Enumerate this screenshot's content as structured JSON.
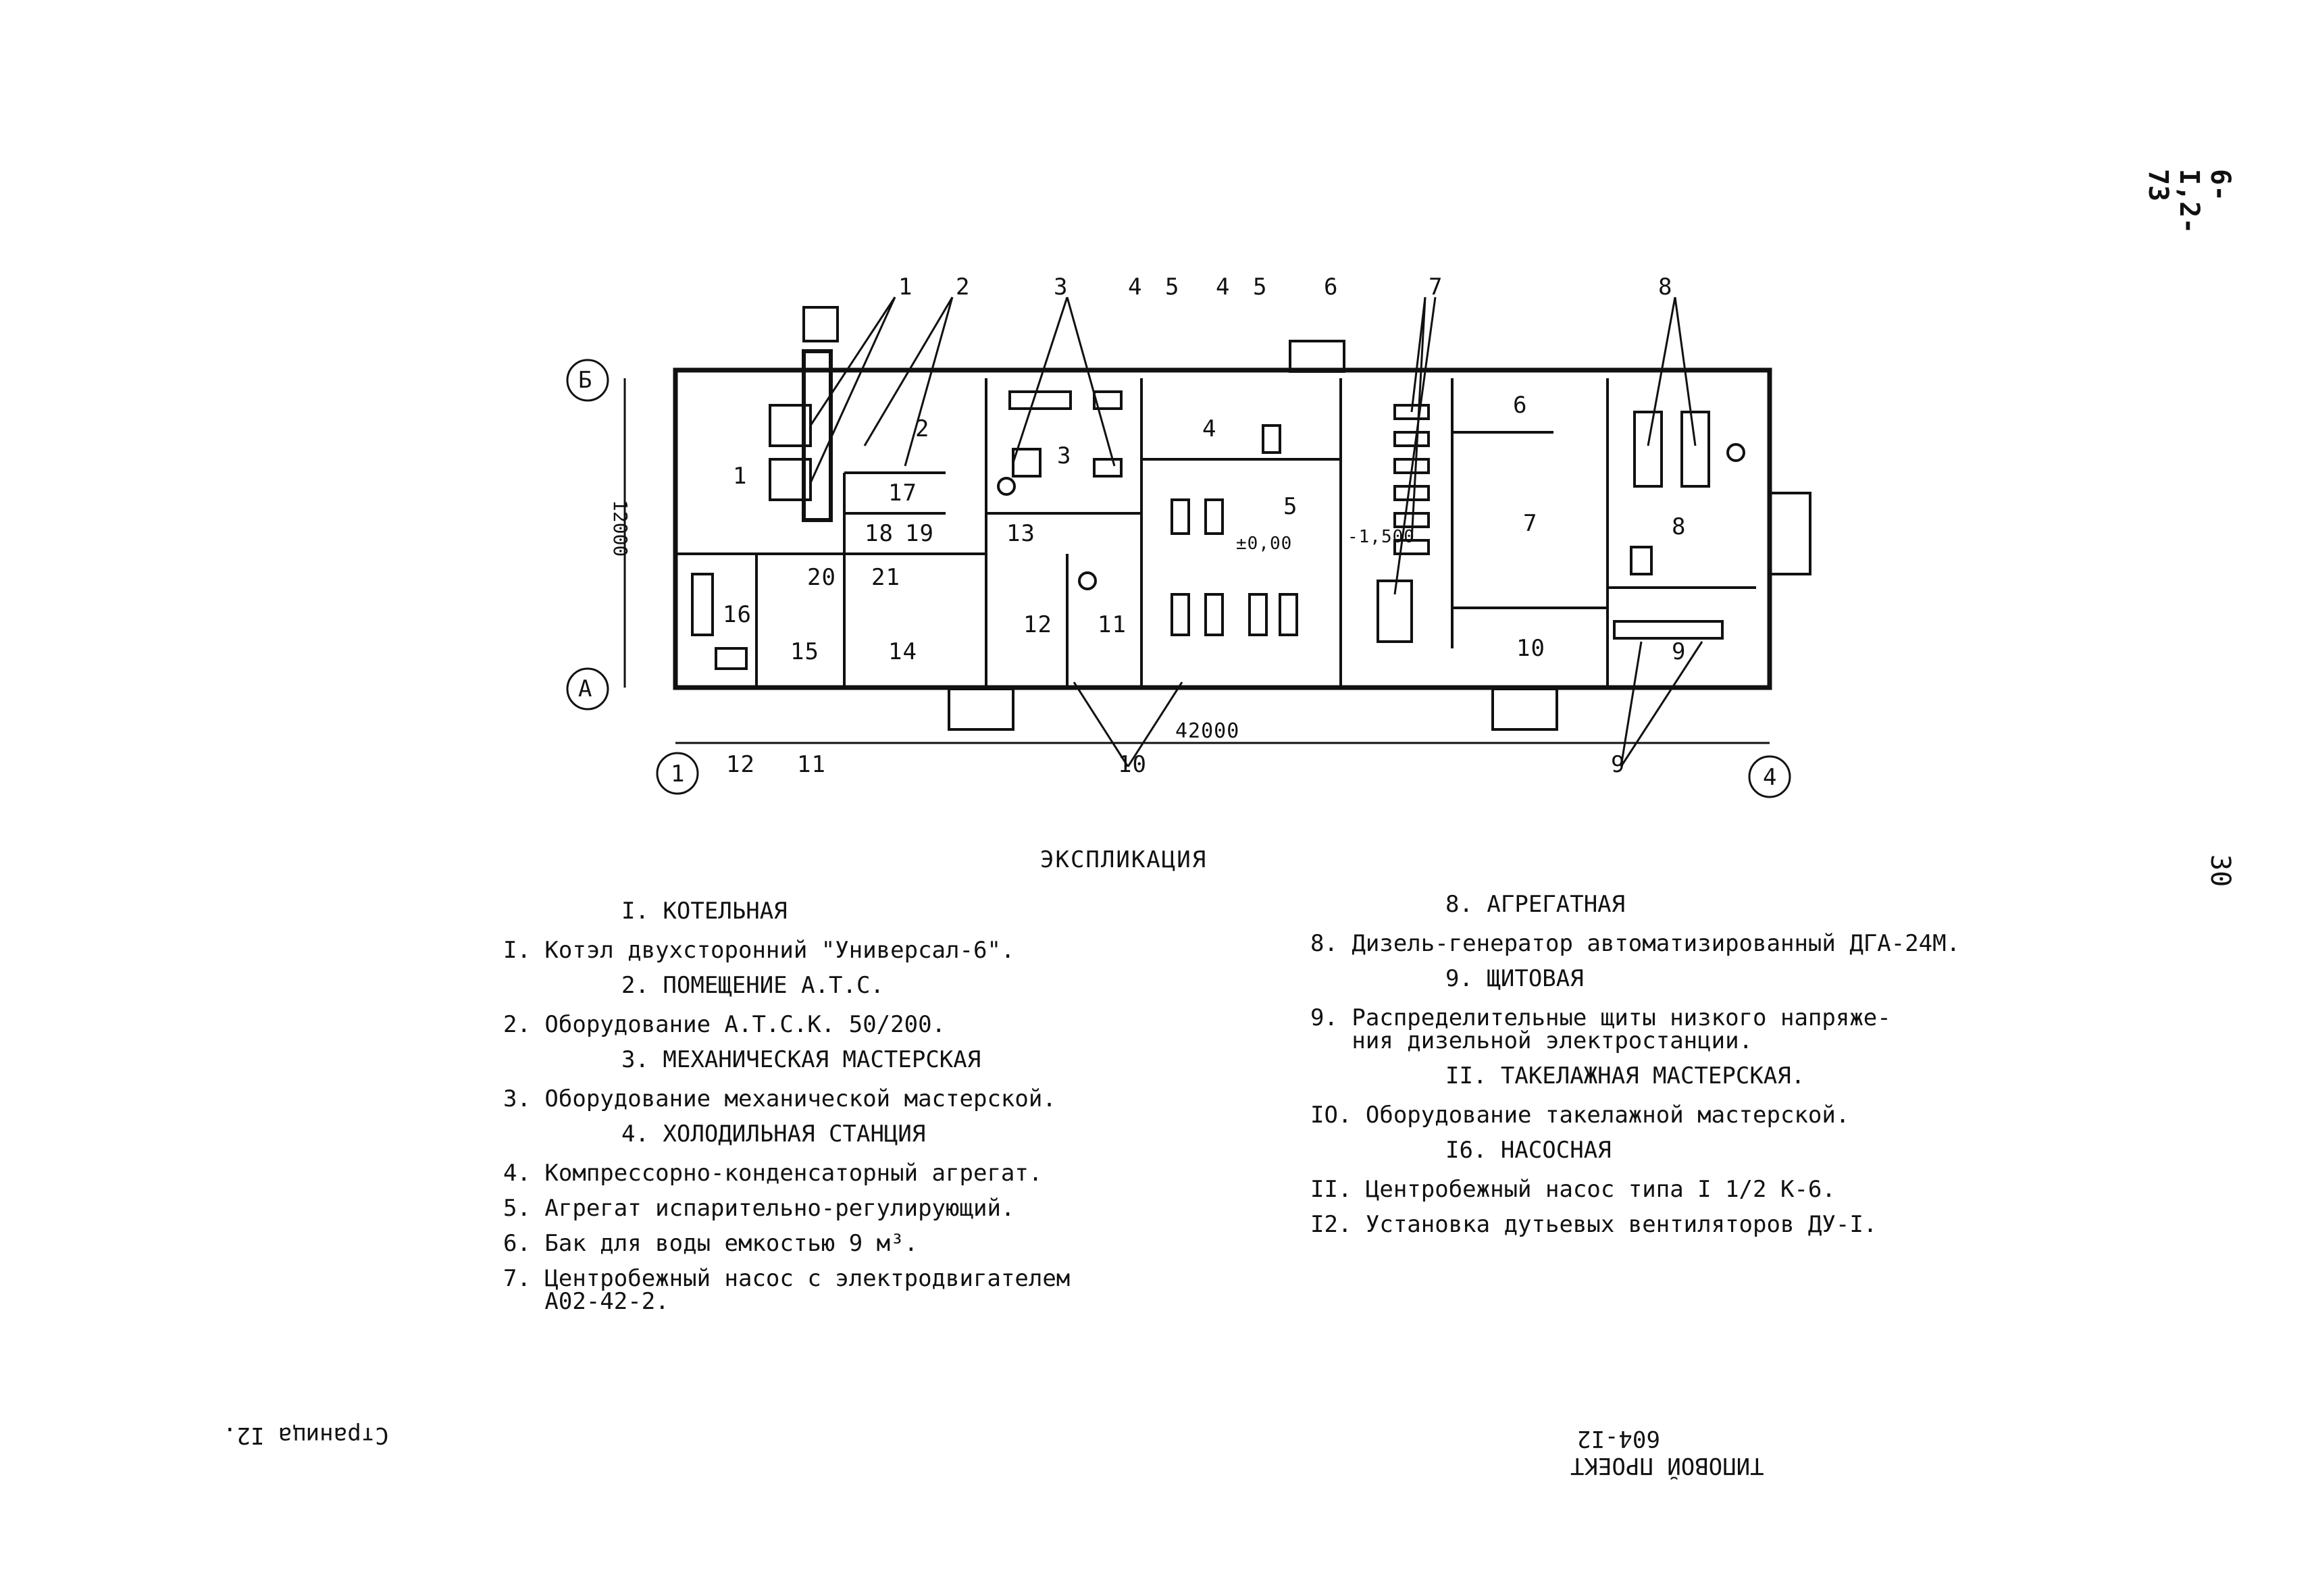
{
  "doc_code": "6-I,2-73",
  "page_number": "30",
  "plan": {
    "axis_labels": {
      "b": "Б",
      "a": "А",
      "one": "1",
      "four": "4"
    },
    "dim_height": "12000",
    "dim_length": "42000",
    "elev_zero": "±0,00",
    "elev_minus": "-1,500",
    "room_numbers": [
      "1",
      "2",
      "3",
      "4",
      "5",
      "6",
      "7",
      "8",
      "9",
      "10",
      "11",
      "12",
      "13",
      "14",
      "15",
      "16",
      "17",
      "18",
      "19",
      "20",
      "21"
    ],
    "callouts": [
      "1",
      "2",
      "3",
      "4",
      "5",
      "4",
      "5",
      "6",
      "7",
      "8",
      "12",
      "11",
      "10",
      "9"
    ]
  },
  "explication": {
    "title": "ЭКСПЛИКАЦИЯ",
    "left": [
      {
        "type": "head",
        "text": "I. КОТЕЛЬНАЯ"
      },
      {
        "type": "item",
        "text": "I. Котэл двухсторонний \"Универсал-6\"."
      },
      {
        "type": "head",
        "text": "2. ПОМЕЩЕНИЕ А.Т.С."
      },
      {
        "type": "item",
        "text": "2. Оборудование А.Т.С.К. 50/200."
      },
      {
        "type": "head",
        "text": "3. МЕХАНИЧЕСКАЯ МАСТЕРСКАЯ"
      },
      {
        "type": "item",
        "text": "3. Оборудование механической мастерской."
      },
      {
        "type": "head",
        "text": "4. ХОЛОДИЛЬНАЯ СТАНЦИЯ"
      },
      {
        "type": "item",
        "text": "4. Компрессорно-конденсаторный агрегат."
      },
      {
        "type": "item",
        "text": "5. Агрегат испарительно-регулирующий."
      },
      {
        "type": "item",
        "text": "6. Бак для воды емкостью 9 м³."
      },
      {
        "type": "item",
        "text": "7. Центробежный насос с электродвигателем\n   А02-42-2."
      }
    ],
    "right": [
      {
        "type": "head",
        "text": "8. АГРЕГАТНАЯ"
      },
      {
        "type": "item",
        "text": "8. Дизель-генератор автоматизированный ДГА-24М."
      },
      {
        "type": "head",
        "text": "9. ЩИТОВАЯ"
      },
      {
        "type": "item",
        "text": "9. Распределительные щиты низкого напряже-\n   ния дизельной электростанции."
      },
      {
        "type": "head",
        "text": "II. ТАКЕЛАЖНАЯ МАСТЕРСКАЯ."
      },
      {
        "type": "item",
        "text": "IO. Оборудование такелажной мастерской."
      },
      {
        "type": "head",
        "text": "I6. НАСОСНАЯ"
      },
      {
        "type": "item",
        "text": "II. Центробежный насос типа I 1/2 К-6."
      },
      {
        "type": "item",
        "text": "I2. Установка дутьевых вентиляторов ДУ-I."
      }
    ]
  },
  "footer": {
    "page_label": "Страница I2.",
    "project_line1": "ТИПОВОЙ ПРОЕКТ",
    "project_line2": "604-I2"
  }
}
